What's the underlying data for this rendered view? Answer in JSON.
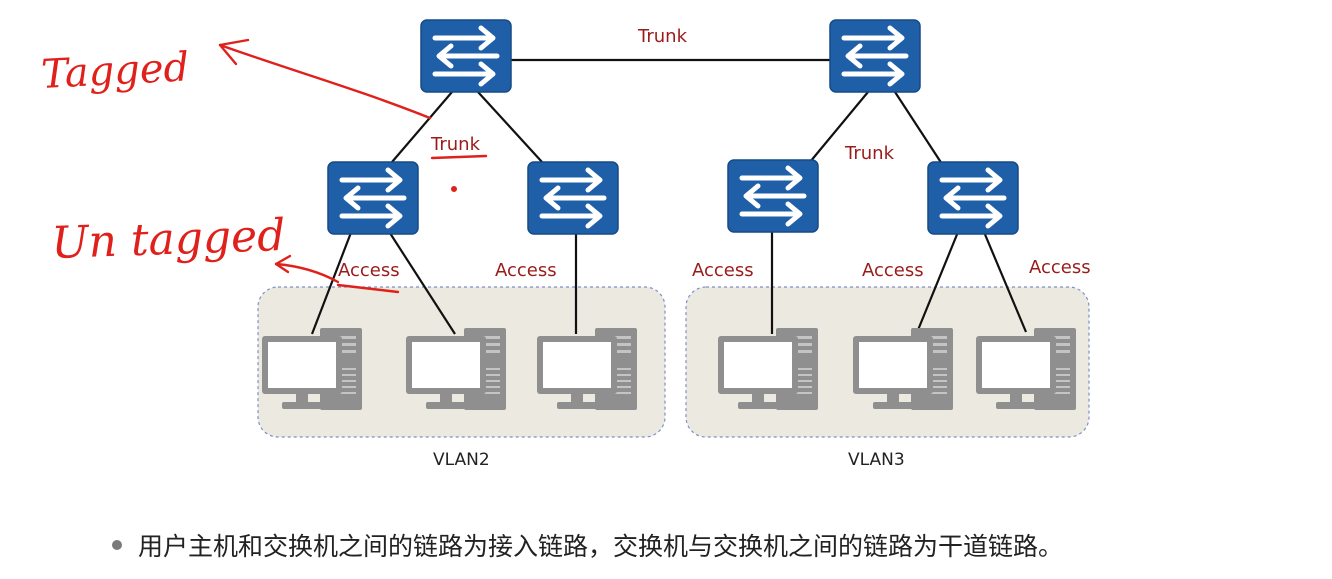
{
  "labels": {
    "trunk_top": "Trunk",
    "trunk_left": "Trunk",
    "trunk_right": "Trunk",
    "access_1": "Access",
    "access_2": "Access",
    "access_3": "Access",
    "access_4": "Access",
    "access_5": "Access"
  },
  "vlans": {
    "vlan2": "VLAN2",
    "vlan3": "VLAN3"
  },
  "annotations": {
    "tagged": "Tagged",
    "untagged": "Un tagged"
  },
  "caption": "用户主机和交换机之间的链路为接入链路，交换机与交换机之间的链路为干道链路。",
  "colors": {
    "switch_fill": "#1f5fa8",
    "switch_border": "#164a85",
    "link": "#111111",
    "label_red": "#9b1b1b",
    "annotation_red": "#e0201b",
    "vlan_fill": "#ece9e0",
    "vlan_border": "#7f8fc8",
    "pc_gray": "#8f8f8f"
  },
  "icons": [
    "switch-icon",
    "computer-icon",
    "arrow-icon"
  ]
}
